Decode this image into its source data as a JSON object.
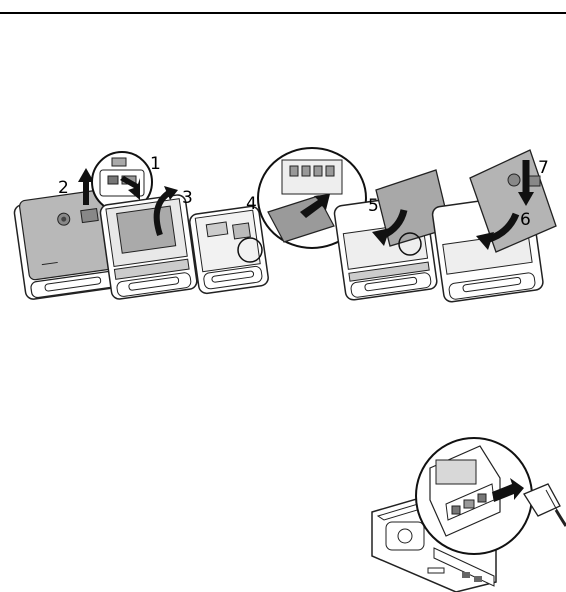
{
  "figure1": {
    "step_labels": [
      "1",
      "2",
      "3",
      "4",
      "5",
      "6",
      "7"
    ],
    "phones": [
      "back-cover-removal",
      "battery-removal",
      "open-phone-sim-slot",
      "sim-insertion",
      "battery-insertion",
      "cover-replacement"
    ]
  },
  "figure2": {
    "subject": "charger-connection"
  }
}
